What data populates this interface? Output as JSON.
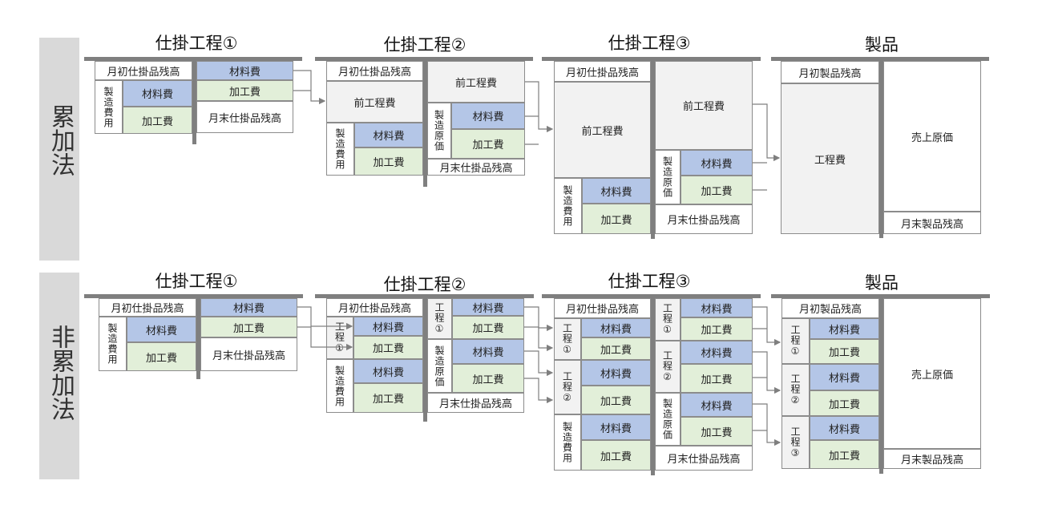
{
  "methods": [
    {
      "label": "累加法"
    },
    {
      "label": "非累加法"
    }
  ],
  "process_titles": [
    "仕掛工程①",
    "仕掛工程②",
    "仕掛工程③",
    "製品"
  ],
  "terms": {
    "opening_wip": "月初仕掛品残高",
    "closing_wip": "月末仕掛品残高",
    "material": "材料費",
    "processing": "加工費",
    "prior_process": "前工程費",
    "mfg_expense": "製造費用",
    "mfg_cost": "製造原価",
    "opening_product": "月初製品残高",
    "process_cost": "工程費",
    "cogs": "売上原価",
    "closing_product": "月末製品残高",
    "proc1": "工程①",
    "proc2": "工程②",
    "proc3": "工程③"
  },
  "colors": {
    "material": "#b4c6e7",
    "processing": "#e2efd9",
    "prior": "#f2f2f2",
    "t_account_bar": "#7f7f7f",
    "band": "#d9d9d9"
  }
}
